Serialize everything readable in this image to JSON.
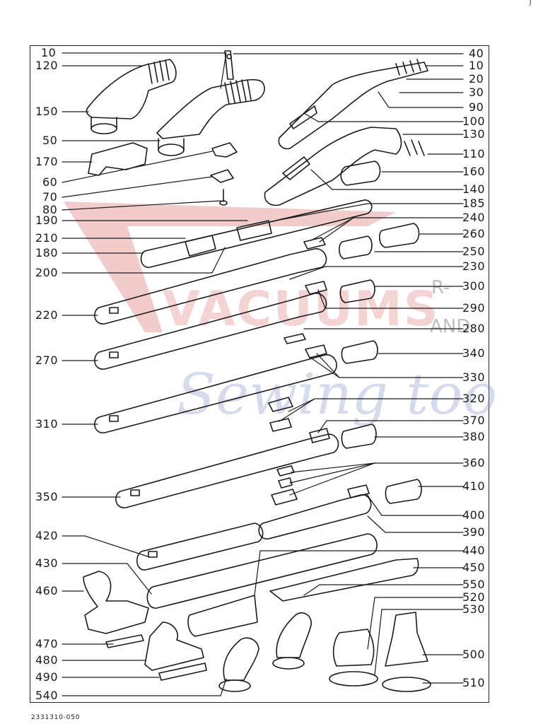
{
  "doc_number": "2331310-050",
  "corner_mark": ")",
  "watermark": {
    "word1": "VACUUMS",
    "suffix1": "R-",
    "suffix2": "AND",
    "word2": "Sewing too"
  },
  "colors": {
    "line": "#1a1a1a",
    "watermark_red": "#e8a0a0",
    "watermark_blue": "#8c98cc"
  },
  "left_labels": [
    "10",
    "120",
    "150",
    "50",
    "170",
    "60",
    "70",
    "80",
    "190",
    "210",
    "180",
    "200",
    "220",
    "270",
    "310",
    "350",
    "420",
    "430",
    "460",
    "470",
    "480",
    "490",
    "540"
  ],
  "right_labels": [
    "40",
    "10",
    "20",
    "30",
    "90",
    "100",
    "130",
    "110",
    "160",
    "140",
    "185",
    "240",
    "260",
    "250",
    "230",
    "300",
    "290",
    "280",
    "340",
    "330",
    "320",
    "370",
    "380",
    "360",
    "410",
    "400",
    "390",
    "440",
    "450",
    "550",
    "520",
    "530",
    "500",
    "510"
  ]
}
